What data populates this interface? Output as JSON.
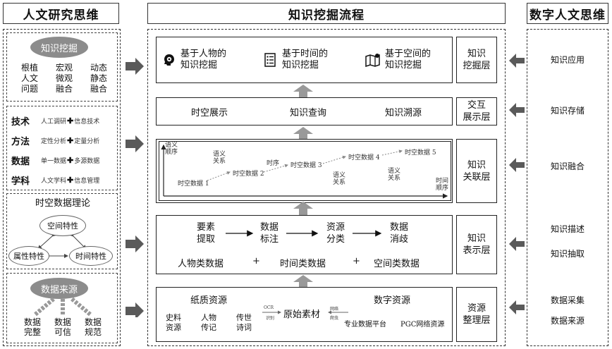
{
  "headers": {
    "left": "人文研究思维",
    "center": "知识挖掘流程",
    "right": "数字人文思维"
  },
  "left_column": {
    "knowledge_mining": {
      "title": "知识挖掘",
      "grid": [
        [
          "根植",
          "宏观",
          "动态"
        ],
        [
          "人文",
          "微观",
          "静态"
        ],
        [
          "问题",
          "融合",
          "融合"
        ]
      ]
    },
    "dimensions": [
      {
        "label": "技术",
        "a": "人工调研",
        "b": "信息技术"
      },
      {
        "label": "方法",
        "a": "定性分析",
        "b": "定量分析"
      },
      {
        "label": "数据",
        "a": "单一数据",
        "b": "多源数据"
      },
      {
        "label": "学科",
        "a": "人文学科",
        "b": "信息管理"
      }
    ],
    "theory": {
      "title": "时空数据理论",
      "space": "空间特性",
      "attribute": "属性特性",
      "time": "时间特性"
    },
    "data_source": {
      "title": "数据来源",
      "items": [
        [
          "数据",
          "完整"
        ],
        [
          "数据",
          "可信"
        ],
        [
          "数据",
          "规范"
        ]
      ]
    }
  },
  "right_column": {
    "items": [
      "知识应用",
      "知识存储",
      "知识融合",
      "知识描述",
      "知识抽取",
      "数据采集",
      "数据来源"
    ]
  },
  "layers": {
    "mining": {
      "label": [
        "知识",
        "挖掘层"
      ],
      "items": [
        {
          "icon": "head-icon",
          "line1": "基于人物的",
          "line2": "知识挖掘"
        },
        {
          "icon": "list-icon",
          "line1": "基于时间的",
          "line2": "知识挖掘"
        },
        {
          "icon": "map-icon",
          "line1": "基于空间的",
          "line2": "知识挖掘"
        }
      ]
    },
    "display": {
      "label": [
        "交互",
        "展示层"
      ],
      "items": [
        "时空展示",
        "知识查询",
        "知识溯源"
      ]
    },
    "relation": {
      "label": [
        "知识",
        "关联层"
      ],
      "y_axis": [
        "语义",
        "顺序"
      ],
      "x_axis": [
        "时间",
        "顺序"
      ],
      "nodes": [
        "时空数据 1",
        "时空数据 2",
        "时空数据 3",
        "时空数据 4",
        "时空数据 5"
      ],
      "edge_labels": {
        "semantic": [
          "语义",
          "关系"
        ],
        "time": "时序"
      }
    },
    "representation": {
      "label": [
        "知识",
        "表示层"
      ],
      "steps": [
        [
          "要素",
          "提取"
        ],
        [
          "数据",
          "标注"
        ],
        [
          "资源",
          "分类"
        ],
        [
          "数据",
          "消歧"
        ]
      ],
      "data_types": [
        "人物类数据",
        "时间类数据",
        "空间类数据"
      ],
      "plus": "+"
    },
    "resource": {
      "label": [
        "资源",
        "整理层"
      ],
      "paper_title": "纸质资源",
      "digital_title": "数字资源",
      "paper_items": [
        [
          "史料",
          "资源"
        ],
        [
          "人物",
          "传记"
        ],
        [
          "传世",
          "诗词"
        ]
      ],
      "center": "原始素材",
      "left_arrow_top": "OCR",
      "left_arrow_bottom": "识别",
      "right_arrow_top": "网络",
      "right_arrow_bottom": "爬虫",
      "digital_items": [
        "专业数据平台",
        "PGC网络资源"
      ]
    }
  }
}
